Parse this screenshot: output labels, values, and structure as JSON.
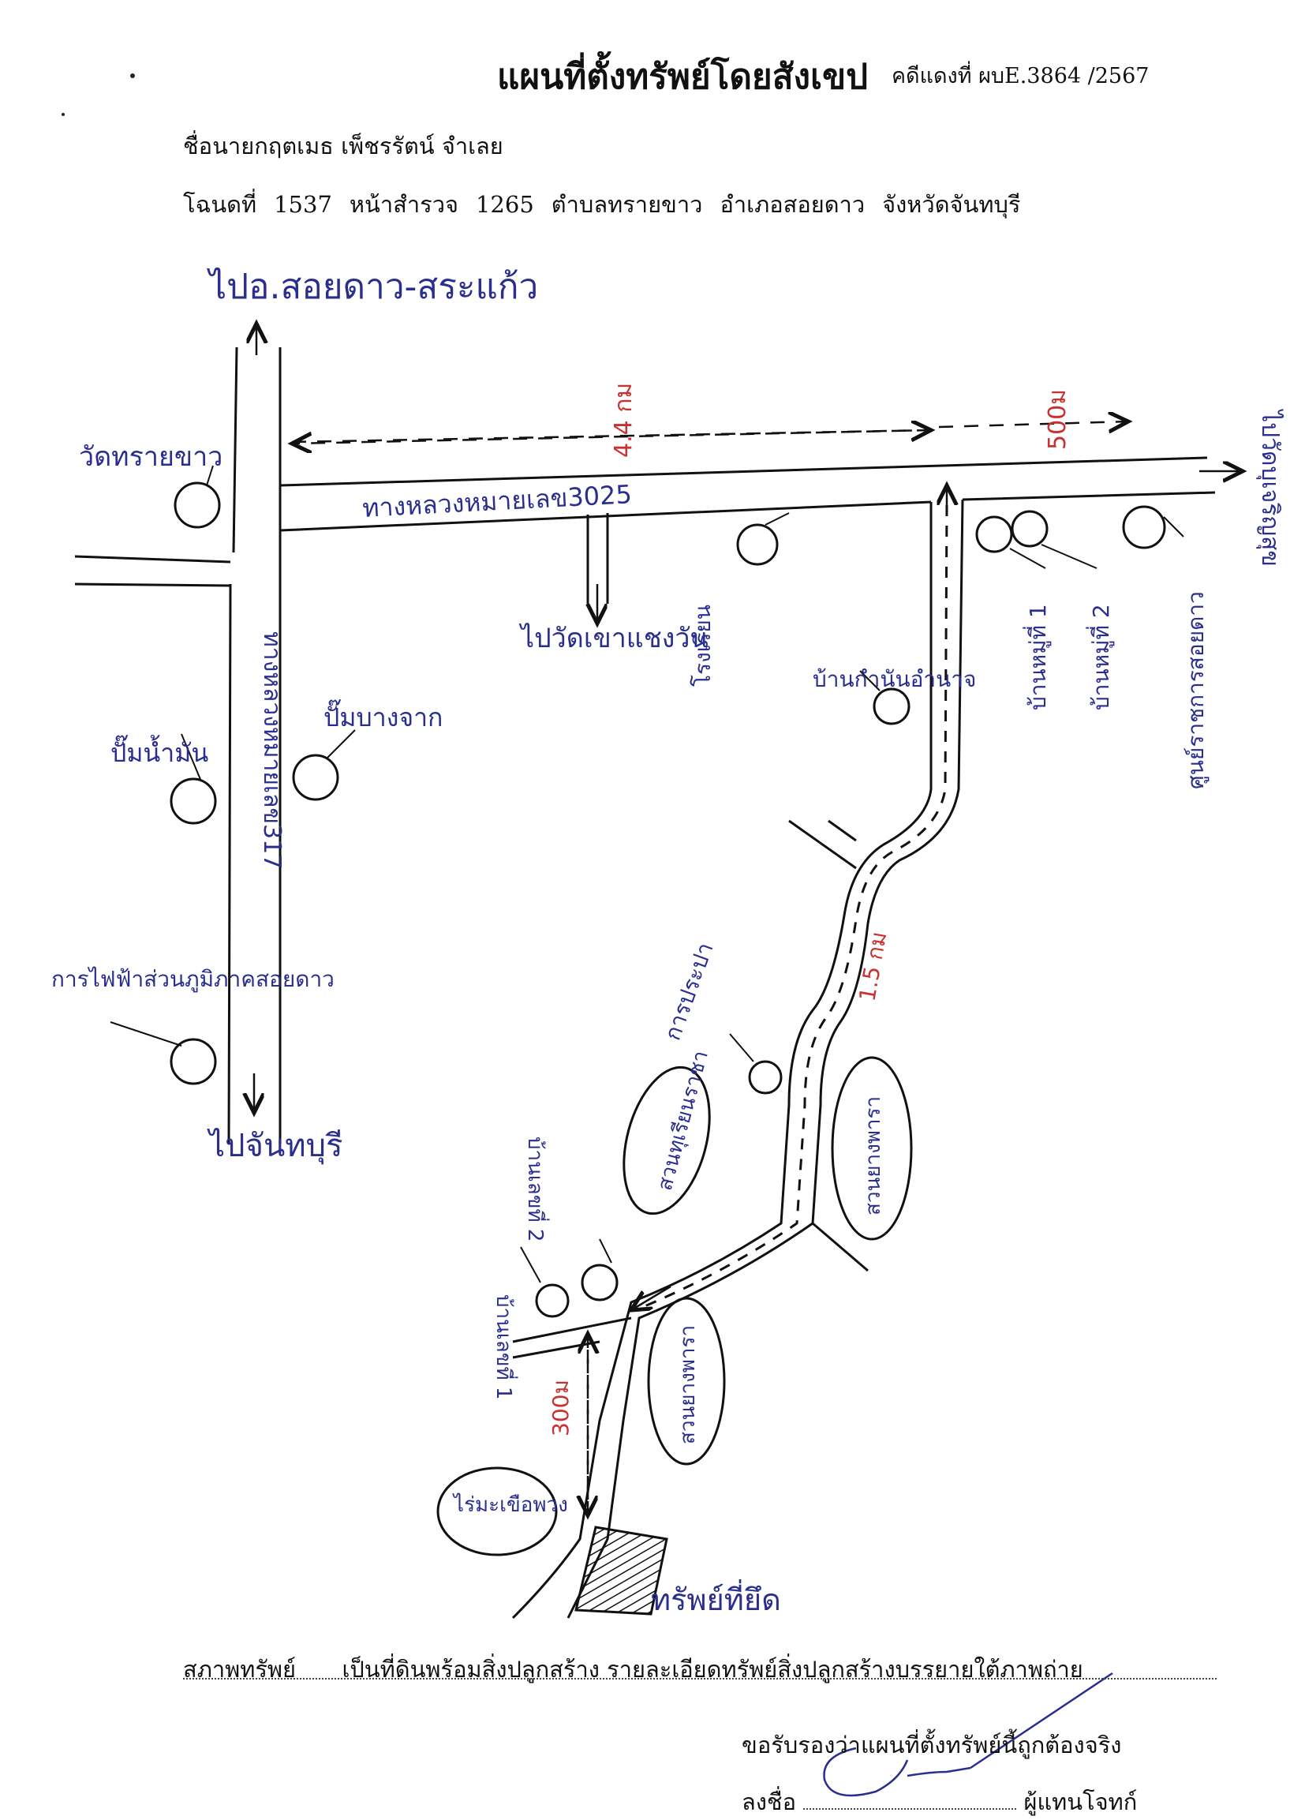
{
  "header": {
    "title": "แผนที่ตั้งทรัพย์โดยสังเขป",
    "case_no": "คดีแดงที่ ผบE.3864 /2567"
  },
  "owner": {
    "line": "ชื่อนายกฤตเมธ เพ็ชรรัตน์ จำเลย"
  },
  "deed": {
    "label": "โฉนดที่",
    "number": "1537",
    "survey_label": "หน้าสำรวจ",
    "survey": "1265",
    "subdistrict": "ตำบลทรายขาว",
    "district": "อำเภอสอยดาว",
    "province": "จังหวัดจันทบุรี"
  },
  "map": {
    "labels": {
      "to_north": "ไปอ.สอยดาว-สระแก้ว",
      "to_south": "ไปจันทบุรี",
      "to_temple": "ไปวัดเขาแชงวัน",
      "to_east": "ไปวัดบุเจริญสุข",
      "temple_sai_khao": "วัดทรายขาว",
      "road_3025": "ทางหลวงหมายเลข3025",
      "highway_label": "ทางหลวงหมายเลข317",
      "gas_ptt": "ปั๊มน้ำมัน",
      "gas_bangchak": "ปั๊มบางจาก",
      "edu_office": "การไฟฟ้าส่วนภูมิภาคสอยดาว",
      "school_label": "โรงเรียน",
      "village_head": "บ้านกำนันอำนาจ",
      "village_a": "บ้านหมู่ที่ 1",
      "village_b": "บ้านหมู่ที่ 2",
      "clinic": "ศูนย์ราชการสอยดาว",
      "water_supply": "การประปา",
      "rubber_farm": "สวนยางพารา",
      "cassava_farm": "สวนยางพารา",
      "orchard": "สวนทุเรียนราชา",
      "house_a": "บ้านเลขที่ 1",
      "house_b": "บ้านเลขที่ 2",
      "coconut": "ไร่มะเขือพวง",
      "property": "ทรัพย์ที่ยึด",
      "dist_west": "4.4 กม",
      "dist_east": "500ม",
      "dist_diag": "1.5 กม",
      "dist_south": "300ม"
    }
  },
  "footer": {
    "status_label": "สภาพทรัพย์",
    "status_text": "เป็นที่ดินพร้อมสิ่งปลูกสร้าง รายละเอียดทรัพย์สิ่งปลูกสร้างบรรยายใต้ภาพถ่าย",
    "certify": "ขอรับรองว่าแผนที่ตั้งทรัพย์นี้ถูกต้องจริง",
    "sign_label": "ลงชื่อ",
    "sign_role": "ผู้แทนโจทก์"
  },
  "colors": {
    "ink": "#2a2f8f",
    "red_ink": "#c83232",
    "line": "#111111"
  }
}
